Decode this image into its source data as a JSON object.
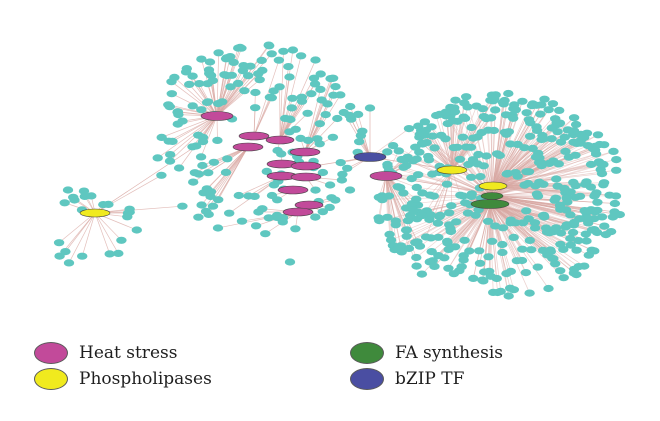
{
  "network": {
    "node_color": "#5fc7c0",
    "edge_color": "#d9a9a4",
    "clusters": [
      {
        "name": "left-small-cluster",
        "hub_category": "Phospholipases",
        "node_count": 22
      },
      {
        "name": "top-left-cluster",
        "hub_category": "Heat stress",
        "node_count": 190
      },
      {
        "name": "right-dense-cluster",
        "hub_category": "FA synthesis",
        "node_count": 420
      }
    ],
    "hubs": [
      {
        "category": "Phospholipases"
      },
      {
        "category": "Heat stress"
      },
      {
        "category": "Heat stress"
      },
      {
        "category": "Heat stress"
      },
      {
        "category": "Heat stress"
      },
      {
        "category": "Heat stress"
      },
      {
        "category": "Heat stress"
      },
      {
        "category": "Heat stress"
      },
      {
        "category": "Heat stress"
      },
      {
        "category": "Heat stress"
      },
      {
        "category": "Heat stress"
      },
      {
        "category": "Heat stress"
      },
      {
        "category": "Heat stress"
      },
      {
        "category": "bZIP TF"
      },
      {
        "category": "Heat stress"
      },
      {
        "category": "Phospholipases"
      },
      {
        "category": "Phospholipases"
      },
      {
        "category": "FA synthesis"
      },
      {
        "category": "FA synthesis"
      }
    ]
  },
  "legend": [
    {
      "label": "Heat stress",
      "color": "#c24a9a"
    },
    {
      "label": "Phospholipases",
      "color": "#f0ea1e"
    },
    {
      "label": "FA synthesis",
      "color": "#3f8a3c"
    },
    {
      "label": "bZIP TF",
      "color": "#4a4ea2"
    }
  ]
}
